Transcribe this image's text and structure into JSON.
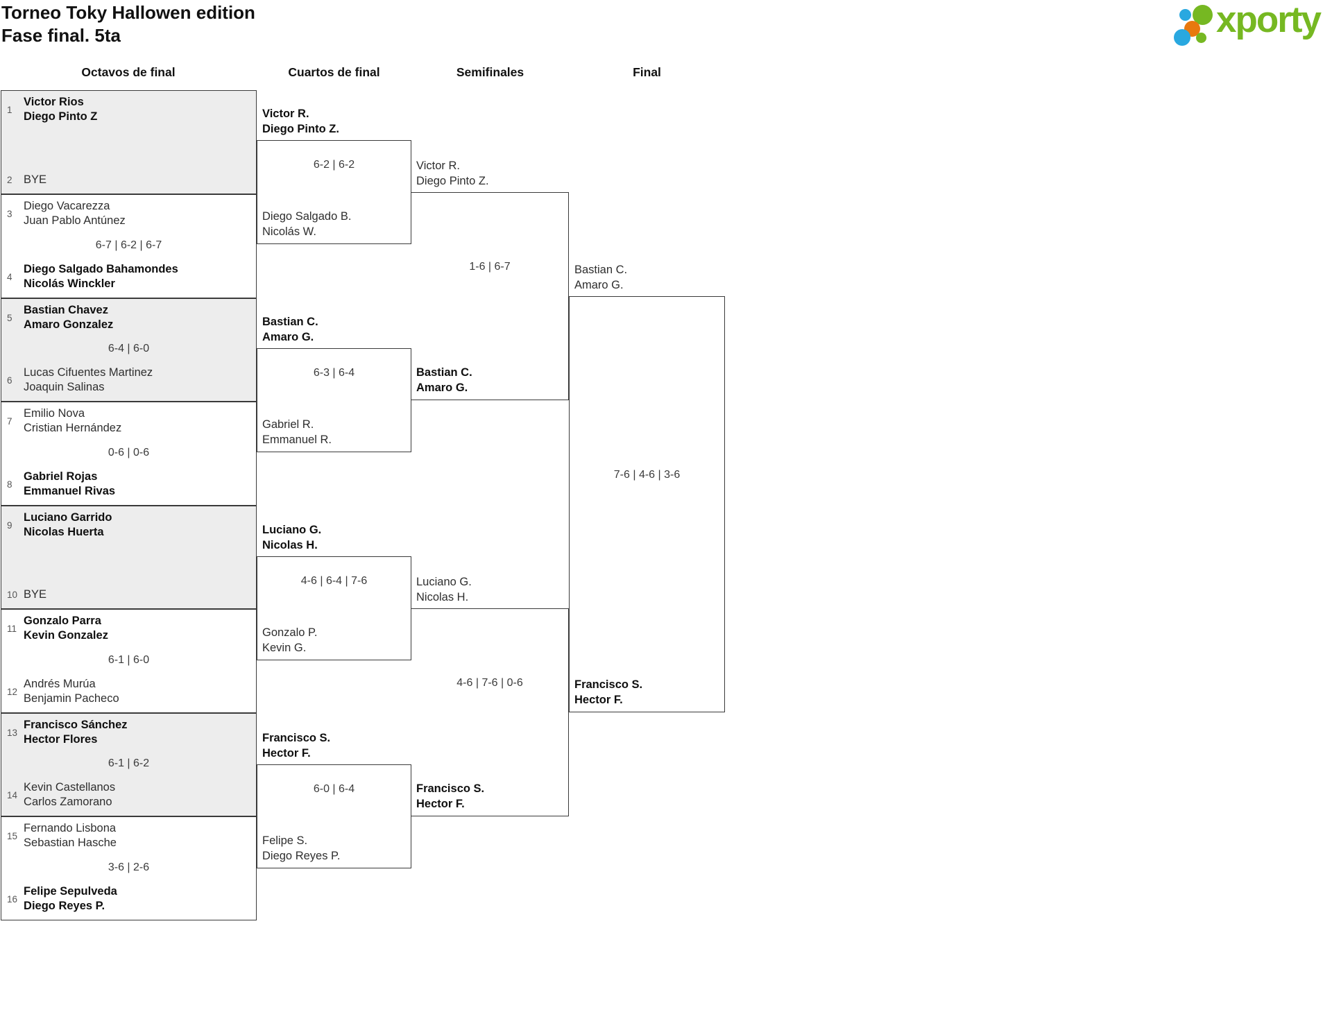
{
  "header": {
    "title_line1": "Torneo Toky Hallowen edition",
    "title_line2": "Fase final. 5ta",
    "logo_text": "xporty"
  },
  "colors": {
    "logo_green": "#76b822",
    "logo_blue": "#29a8e0",
    "logo_orange": "#e8790e",
    "line_dark": "#3a3a3a",
    "shaded_box": "#ededed"
  },
  "rounds": [
    "Octavos de final",
    "Cuartos de final",
    "Semifinales",
    "Final"
  ],
  "octavos": [
    {
      "seed1": "1",
      "team1": [
        "Victor Rios",
        "Diego Pinto Z"
      ],
      "score": "",
      "seed2": "2",
      "team2": [
        "BYE"
      ],
      "winner": "team1"
    },
    {
      "seed1": "3",
      "team1": [
        "Diego Vacarezza",
        "Juan Pablo Antúnez"
      ],
      "score": "6-7 | 6-2 | 6-7",
      "seed2": "4",
      "team2": [
        "Diego Salgado Bahamondes",
        "Nicolás Winckler"
      ],
      "winner": "team2"
    },
    {
      "seed1": "5",
      "team1": [
        "Bastian Chavez",
        "Amaro Gonzalez"
      ],
      "score": "6-4 | 6-0",
      "seed2": "6",
      "team2": [
        "Lucas Cifuentes Martinez",
        "Joaquin Salinas"
      ],
      "winner": "team1"
    },
    {
      "seed1": "7",
      "team1": [
        "Emilio Nova",
        "Cristian Hernández"
      ],
      "score": "0-6 | 0-6",
      "seed2": "8",
      "team2": [
        "Gabriel Rojas",
        "Emmanuel Rivas"
      ],
      "winner": "team2"
    },
    {
      "seed1": "9",
      "team1": [
        "Luciano Garrido",
        "Nicolas Huerta"
      ],
      "score": "",
      "seed2": "10",
      "team2": [
        "BYE"
      ],
      "winner": "team1"
    },
    {
      "seed1": "11",
      "team1": [
        "Gonzalo Parra",
        "Kevin Gonzalez"
      ],
      "score": "6-1 | 6-0",
      "seed2": "12",
      "team2": [
        "Andrés Murúa",
        "Benjamin Pacheco"
      ],
      "winner": "team1"
    },
    {
      "seed1": "13",
      "team1": [
        "Francisco Sánchez",
        "Hector Flores"
      ],
      "score": "6-1 | 6-2",
      "seed2": "14",
      "team2": [
        "Kevin Castellanos",
        "Carlos Zamorano"
      ],
      "winner": "team1"
    },
    {
      "seed1": "15",
      "team1": [
        "Fernando Lisbona",
        "Sebastian Hasche"
      ],
      "score": "3-6 | 2-6",
      "seed2": "16",
      "team2": [
        "Felipe Sepulveda",
        "Diego Reyes P."
      ],
      "winner": "team2"
    }
  ],
  "cuartos": [
    {
      "team1": [
        "Victor R.",
        "Diego Pinto Z."
      ],
      "score": "6-2 | 6-2",
      "team2": [
        "Diego Salgado B.",
        "Nicolás W."
      ],
      "winner": "team1"
    },
    {
      "team1": [
        "Bastian C.",
        "Amaro G."
      ],
      "score": "6-3 | 6-4",
      "team2": [
        "Gabriel R.",
        "Emmanuel R."
      ],
      "winner": "team1"
    },
    {
      "team1": [
        "Luciano G.",
        "Nicolas H."
      ],
      "score": "4-6 | 6-4 | 7-6",
      "team2": [
        "Gonzalo P.",
        "Kevin G."
      ],
      "winner": "team1"
    },
    {
      "team1": [
        "Francisco S.",
        "Hector F."
      ],
      "score": "6-0 | 6-4",
      "team2": [
        "Felipe S.",
        "Diego Reyes P."
      ],
      "winner": "team1"
    }
  ],
  "semifinales": [
    {
      "team1": [
        "Victor R.",
        "Diego Pinto Z."
      ],
      "score": "1-6 | 6-7",
      "team2": [
        "Bastian C.",
        "Amaro G."
      ],
      "winner": "team2"
    },
    {
      "team1": [
        "Luciano G.",
        "Nicolas H."
      ],
      "score": "4-6 | 7-6 | 0-6",
      "team2": [
        "Francisco S.",
        "Hector F."
      ],
      "winner": "team2"
    }
  ],
  "final": {
    "team1": [
      "Bastian C.",
      "Amaro G."
    ],
    "score": "7-6 | 4-6 | 3-6",
    "team2": [
      "Francisco S.",
      "Hector F."
    ],
    "winner": "team2"
  }
}
